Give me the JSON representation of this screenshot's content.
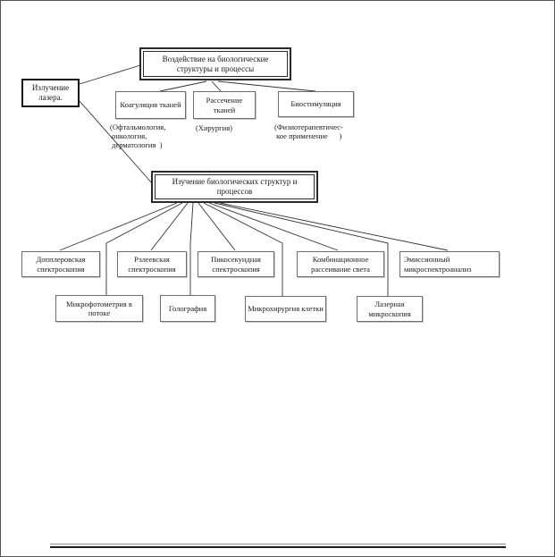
{
  "diagram": {
    "laser": {
      "label": "Излучение лазера."
    },
    "impact": {
      "label": "Воздействие на биологические структуры и процессы"
    },
    "study": {
      "label": "Изучение биологических структур и процессов"
    },
    "applications": [
      {
        "label": "Коагуляция тканей",
        "note": "(Офтальмология,\n онкология,\n дерматология  )"
      },
      {
        "label": "Рассечение тканей",
        "note": "(Хирургия)"
      },
      {
        "label": "Биостимуляция",
        "note": "(Физиотерапевтичес-\n кое применение      )"
      }
    ],
    "methods_row1": [
      {
        "label": "Допплеровская спектроскопия"
      },
      {
        "label": "Рэлеевская спектроскопия"
      },
      {
        "label": "Пикосекундная спектроскопия"
      },
      {
        "label": "Комбинационное рассеивание света"
      },
      {
        "label": "Эмиссионный микроспектроанализ"
      }
    ],
    "methods_row2": [
      {
        "label": "Микрофотометрия в потоке"
      },
      {
        "label": "Голография"
      },
      {
        "label": "Микрохирургия клетки"
      },
      {
        "label": "Лазерная микроскопия"
      }
    ]
  },
  "style": {
    "line_color": "#333333",
    "border_color": "#6e6e6e",
    "accent": "#141414"
  }
}
